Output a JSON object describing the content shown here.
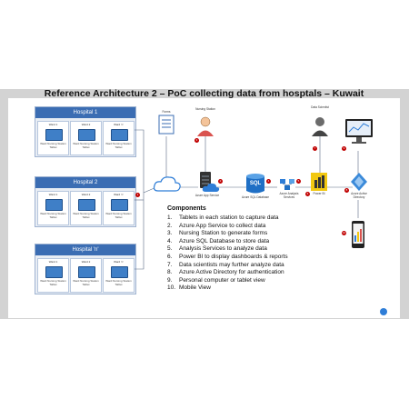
{
  "title": "Reference Architecture 2 – PoC collecting data from hosptals – Kuwait",
  "hospitals": [
    {
      "name": "Hospital 1",
      "wards": [
        {
          "label": "Ward 1",
          "caption": "Ward Nursing Station Tablet"
        },
        {
          "label": "Ward 2",
          "caption": "Ward Nursing Station Tablet"
        },
        {
          "label": "Ward 'n'",
          "caption": "Ward Nursing Station Tablet"
        }
      ]
    },
    {
      "name": "Hospital 2",
      "wards": [
        {
          "label": "Ward 1",
          "caption": "Ward Nursing Station Tablet"
        },
        {
          "label": "Ward 2",
          "caption": "Ward Nursing Station Tablet"
        },
        {
          "label": "Ward 'n'",
          "caption": "Ward Nursing Station Tablet"
        }
      ]
    },
    {
      "name": "Hospital 'n'",
      "wards": [
        {
          "label": "Ward 1",
          "caption": "Ward Nursing Station Tablet"
        },
        {
          "label": "Ward 2",
          "caption": "Ward Nursing Station Tablet"
        },
        {
          "label": "Ward 'n'",
          "caption": "Ward Nursing Station Tablet"
        }
      ]
    }
  ],
  "nodes": {
    "forms": "Forms",
    "nursing_station": "Nursing Station",
    "app_service": "Azure App Service",
    "sql_icon": "SQL",
    "sql_database": "Azure SQL Database",
    "analysis_services": "Azure Analysis Services",
    "power_bi": "Power BI",
    "data_scientist": "Data Scientist",
    "active_directory": "Azure Active Directory"
  },
  "badges": {
    "n1": "1",
    "n2": "2",
    "n3": "3",
    "n4": "4",
    "n5": "5",
    "n6": "6",
    "n7": "7",
    "n8": "8",
    "n9": "9",
    "n10": "10"
  },
  "components": {
    "heading": "Components",
    "items": [
      {
        "n": "1.",
        "text": "Tablets in each station to capture data"
      },
      {
        "n": "2.",
        "text": "Azure App Service to collect data"
      },
      {
        "n": "3.",
        "text": "Nursing Station to generate forms"
      },
      {
        "n": "4.",
        "text": "Azure SQL Database to store data"
      },
      {
        "n": "5.",
        "text": "Analysis Services to analyze data"
      },
      {
        "n": "6.",
        "text": "Power BI to display dashboards & reports"
      },
      {
        "n": "7.",
        "text": "Data scientists may further analyze data"
      },
      {
        "n": "8.",
        "text": "Azure Active Directory for authentication"
      },
      {
        "n": "9.",
        "text": "Personal computer or tablet view"
      },
      {
        "n": "10.",
        "text": "Mobile View"
      }
    ]
  },
  "colors": {
    "accent_blue": "#3b6db3",
    "badge_red": "#c00000",
    "power_bi_yellow": "#f2c811",
    "band_gray": "#d3d3d3"
  }
}
